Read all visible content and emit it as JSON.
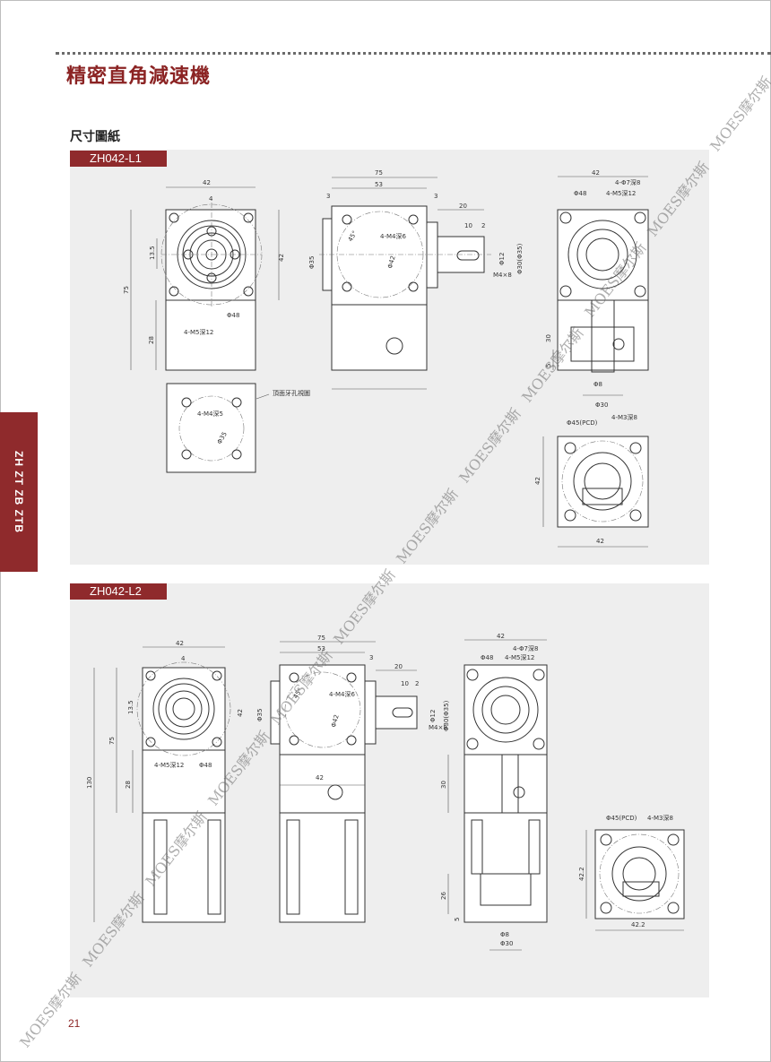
{
  "page": {
    "title": "精密直角減速機",
    "section_title": "尺寸圖紙",
    "side_tab": "ZH ZT ZB ZTB",
    "page_number": "21",
    "watermark": "MOES摩尔斯"
  },
  "accent_color": "#8f2a2c",
  "panels": [
    {
      "model": "ZH042-L1",
      "dims": {
        "d42a": "42",
        "d4": "4",
        "d13_5": "13.5",
        "d42b": "42",
        "d75": "75",
        "d28": "28",
        "phi48": "Φ48",
        "m5_12": "4-M5深12",
        "side_75": "75",
        "side_53": "53",
        "side_3a": "3",
        "side_3b": "3",
        "side_20": "20",
        "side_10": "10",
        "side_2": "2",
        "m4_6": "4-M4深6",
        "phi35": "Φ35",
        "ang45": "45°",
        "phi42": "Φ42",
        "phi12": "Φ12",
        "phi30_35": "Φ30(Φ35)",
        "m4x8": "M4×8",
        "right_42": "42",
        "phi7_8": "4-Φ7深8",
        "m5_12b": "4-M5深12",
        "phi48b": "Φ48",
        "right_30": "30",
        "right_5": "5",
        "phi8": "Φ8",
        "phi30": "Φ30",
        "bottom_view": "頂面牙孔視圖",
        "m4_5": "4-M4深5",
        "phi35b": "Φ35",
        "pcd45": "Φ45(PCD)",
        "m3_8": "4-M3深8",
        "flange_42h": "42",
        "flange_42w": "42"
      }
    },
    {
      "model": "ZH042-L2",
      "dims": {
        "d42a": "42",
        "d4": "4",
        "d13_5": "13.5",
        "d42b": "42",
        "d75": "75",
        "d28": "28",
        "d130": "130",
        "phi48": "Φ48",
        "m5_12": "4-M5深12",
        "side_75": "75",
        "side_53": "53",
        "side_3": "3",
        "side_20": "20",
        "side_10": "10",
        "side_2": "2",
        "m4_6": "4-M4深6",
        "ang45": "45°",
        "phi42": "Φ42",
        "phi35": "Φ35",
        "phi12": "Φ12",
        "phi30_35": "Φ30(Φ35)",
        "m4x8": "M4×8",
        "side_42": "42",
        "right_42": "42",
        "phi7_8": "4-Φ7深8",
        "m5_12b": "4-M5深12",
        "phi48b": "Φ48",
        "right_30": "30",
        "right_26": "26",
        "right_5": "5",
        "phi8": "Φ8",
        "phi30": "Φ30",
        "pcd45": "Φ45(PCD)",
        "m3_8": "4-M3深8",
        "flange_422h": "42.2",
        "flange_422w": "42.2"
      }
    }
  ]
}
